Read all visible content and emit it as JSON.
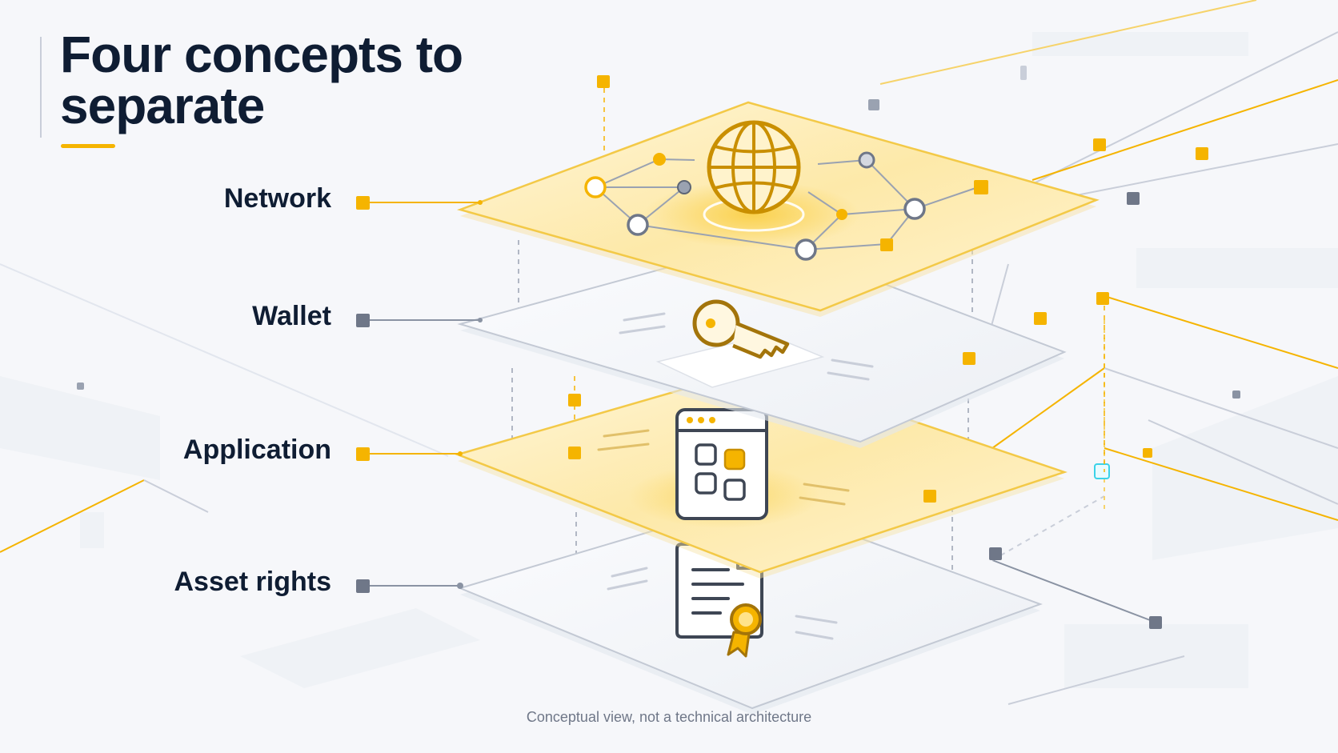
{
  "title": "Four concepts to separate",
  "layers": [
    {
      "label": "Network",
      "icon": "globe-icon",
      "highlight": true
    },
    {
      "label": "Wallet",
      "icon": "key-icon",
      "highlight": false
    },
    {
      "label": "Application",
      "icon": "app-window-icon",
      "highlight": true
    },
    {
      "label": "Asset rights",
      "icon": "certificate-icon",
      "highlight": false
    }
  ],
  "caption": "Conceptual view, not a technical architecture",
  "colors": {
    "accent": "#f5b400",
    "accent_soft": "#fdeab0",
    "neutral": "#8a93a3",
    "text": "#0f1d33",
    "caption": "#6f7788",
    "background": "#f6f7fa"
  }
}
